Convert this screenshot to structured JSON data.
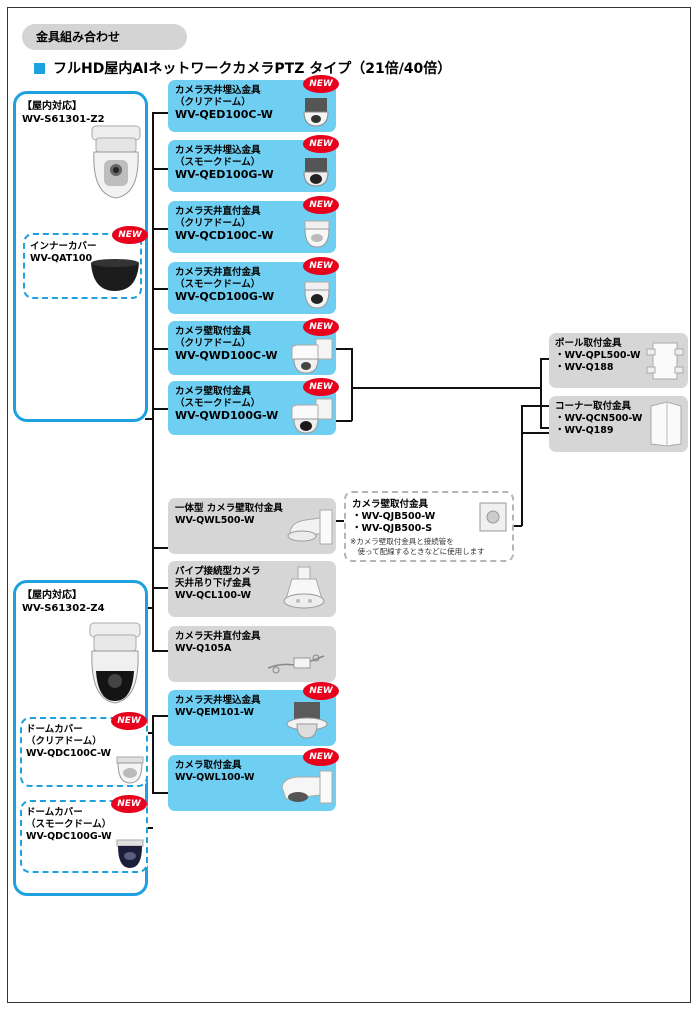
{
  "header": {
    "badge": "金具組み合わせ",
    "title": "フルHD屋内AIネットワークカメラPTZ タイプ（21倍/40倍）"
  },
  "new_label": "NEW",
  "accent_color": "#1da1e1",
  "new_color": "#e8001c",
  "camera_groups": [
    {
      "lines": [
        "【屋内対応】",
        "WV-S61301-Z2"
      ],
      "cover": {
        "lines": [
          "インナーカバー",
          "WV-QAT100"
        ]
      }
    },
    {
      "lines": [
        "【屋内対応】",
        "WV-S61302-Z4"
      ],
      "covers": [
        {
          "lines": [
            "ドームカバー",
            "（クリアドーム）",
            "WV-QDC100C-W"
          ]
        },
        {
          "lines": [
            "ドームカバー",
            "（スモークドーム）",
            "WV-QDC100G-W"
          ]
        }
      ]
    }
  ],
  "mounts_group1": [
    {
      "lines": [
        "カメラ天井埋込金具",
        "（クリアドーム）"
      ],
      "model": "WV-QED100C-W"
    },
    {
      "lines": [
        "カメラ天井埋込金具",
        "（スモークドーム）"
      ],
      "model": "WV-QED100G-W"
    },
    {
      "lines": [
        "カメラ天井直付金具",
        "（クリアドーム）"
      ],
      "model": "WV-QCD100C-W"
    },
    {
      "lines": [
        "カメラ天井直付金具",
        "（スモークドーム）"
      ],
      "model": "WV-QCD100G-W"
    },
    {
      "lines": [
        "カメラ壁取付金具",
        "（クリアドーム）"
      ],
      "model": "WV-QWD100C-W"
    },
    {
      "lines": [
        "カメラ壁取付金具",
        "（スモークドーム）"
      ],
      "model": "WV-QWD100G-W"
    }
  ],
  "mounts_shared": [
    {
      "lines": [
        "一体型 カメラ壁取付金具",
        "WV-QWL500-W"
      ]
    },
    {
      "lines": [
        "パイプ接続型カメラ",
        "天井吊り下げ金具",
        "WV-QCL100-W"
      ]
    },
    {
      "lines": [
        "カメラ天井直付金具",
        "WV-Q105A"
      ]
    }
  ],
  "mounts_group2": [
    {
      "lines": [
        "カメラ天井埋込金具",
        "WV-QEM101-W"
      ]
    },
    {
      "lines": [
        "カメラ取付金具",
        "WV-QWL100-W"
      ]
    }
  ],
  "junction": {
    "lines": [
      "カメラ壁取付金具",
      "・WV-QJB500-W",
      "・WV-QJB500-S"
    ],
    "note": [
      "※カメラ壁取付金具と接続管を",
      "　使って配線するときなどに使用します"
    ]
  },
  "right_boxes": [
    {
      "lines": [
        "ポール取付金具",
        "・WV-QPL500-W",
        "・WV-Q188"
      ]
    },
    {
      "lines": [
        "コーナー取付金具",
        "・WV-QCN500-W",
        "・WV-Q189"
      ]
    }
  ]
}
